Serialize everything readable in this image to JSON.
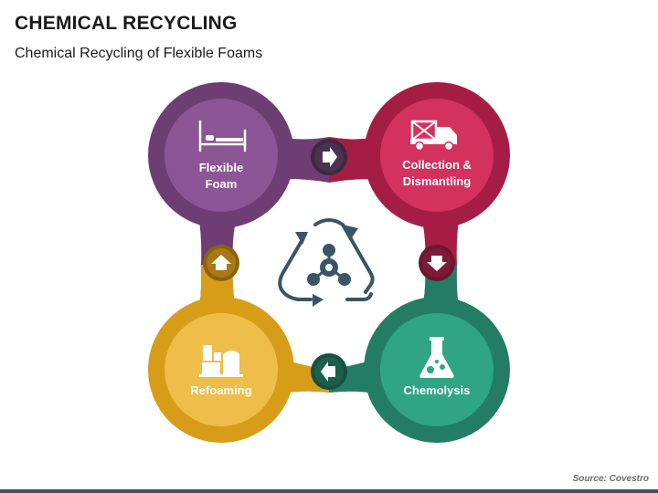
{
  "header": {
    "title": "CHEMICAL RECYCLING",
    "subtitle": "Chemical Recycling of Flexible Foams"
  },
  "steps": [
    {
      "line1": "Flexible",
      "line2": "Foam",
      "icon": "bed-icon"
    },
    {
      "line1": "Collection &",
      "line2": "Dismantling",
      "icon": "truck-icon"
    },
    {
      "line1": "Chemolysis",
      "line2": "",
      "icon": "flask-icon"
    },
    {
      "line1": "Refoaming",
      "line2": "",
      "icon": "factory-icon"
    }
  ],
  "center_icon": "recycling-molecule-icon",
  "arrows": [
    "arrow-right-icon",
    "arrow-down-icon",
    "arrow-left-icon",
    "arrow-up-icon"
  ],
  "colors": {
    "purple": "#6e3d74",
    "purple_light": "#8c5596",
    "crimson": "#a51d45",
    "crimson_light": "#d2325d",
    "teal": "#237d65",
    "teal_light": "#2fa583",
    "gold": "#d79d19",
    "gold_light": "#efbd49",
    "center": "#3a5566"
  },
  "footer": {
    "source": "Source: Covestro"
  }
}
